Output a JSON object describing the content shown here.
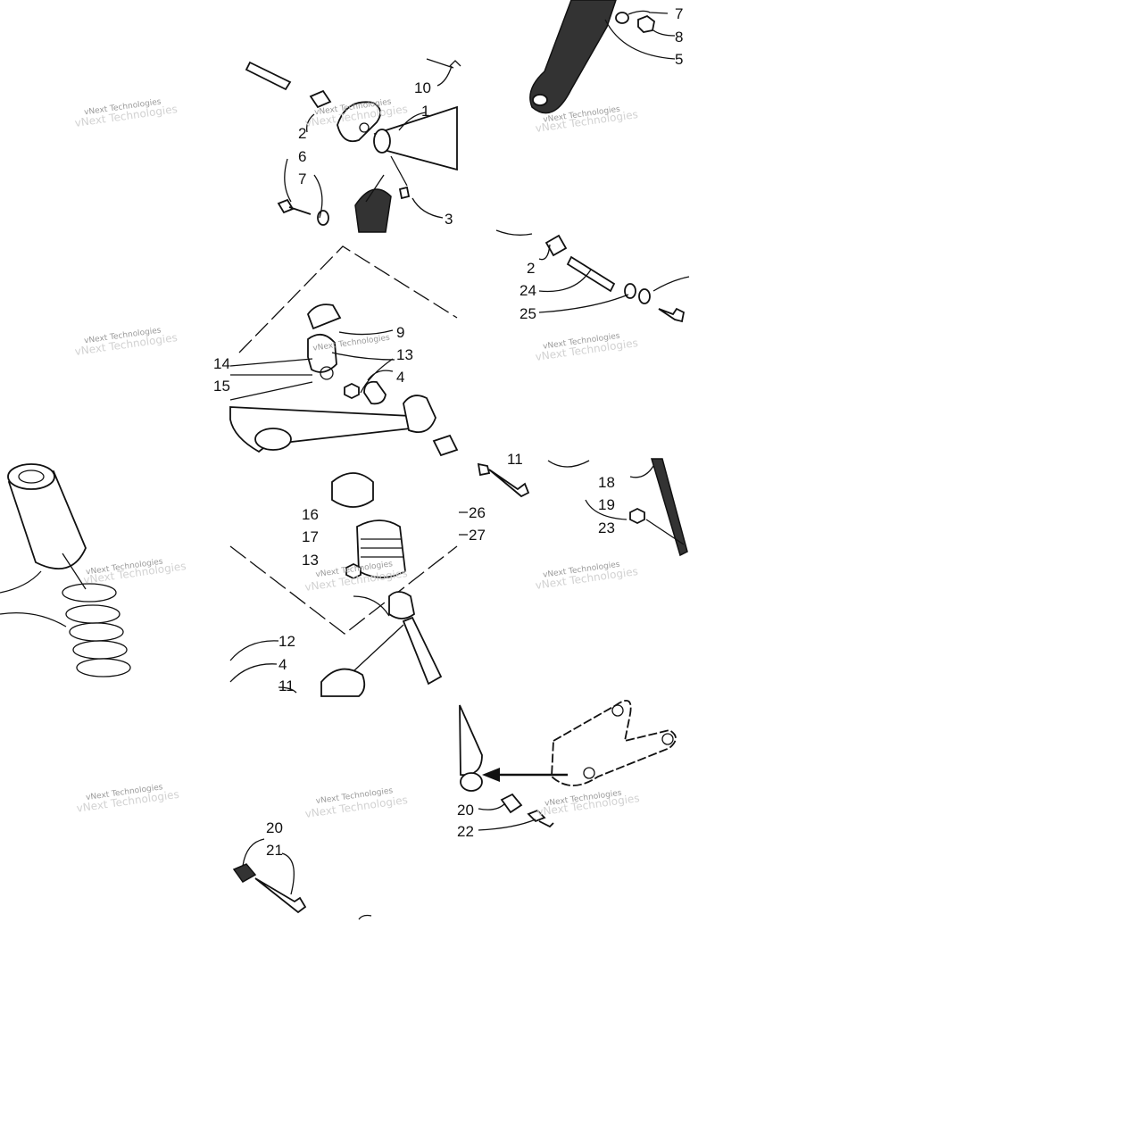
{
  "diagram": {
    "watermark": "vNext Technologies",
    "callouts": [
      "10",
      "1",
      "2",
      "6",
      "7",
      "3",
      "7",
      "8",
      "5",
      "9",
      "14",
      "13",
      "15",
      "4",
      "2",
      "24",
      "25",
      "11",
      "16",
      "17",
      "13",
      "12",
      "4",
      "11",
      "26",
      "27",
      "18",
      "19",
      "23",
      "20",
      "22",
      "20",
      "21"
    ]
  },
  "colors": {
    "ink": "#111111",
    "watermark": "#9a9a9a",
    "background": "#ffffff"
  }
}
